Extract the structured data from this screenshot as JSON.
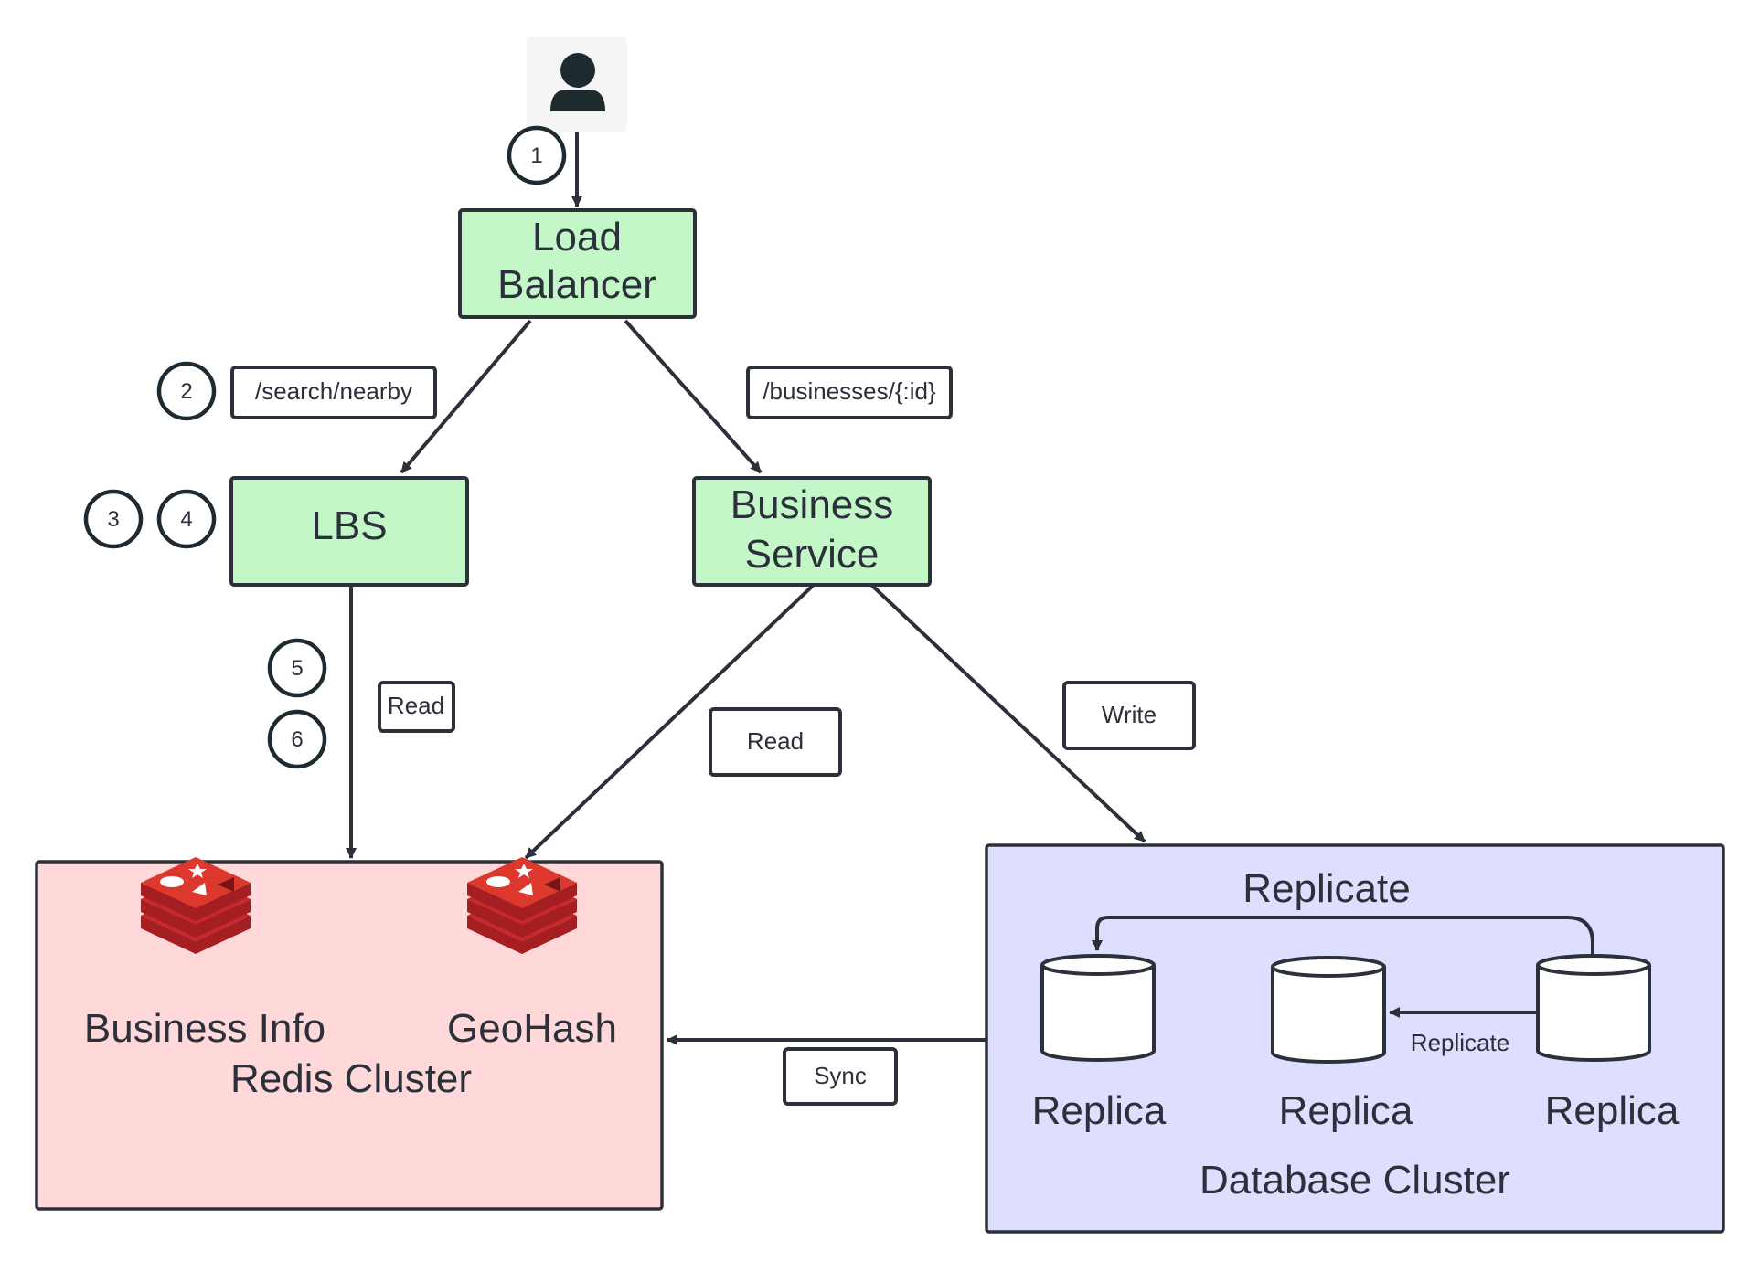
{
  "nodes": {
    "user": {
      "icon": "user-icon"
    },
    "load_balancer": {
      "line1": "Load",
      "line2": "Balancer"
    },
    "lbs": {
      "label": "LBS"
    },
    "business_service": {
      "line1": "Business",
      "line2": "Service"
    },
    "redis_cluster": {
      "title": "Redis Cluster",
      "business_info_label": "Business Info",
      "geohash_label": "GeoHash",
      "icon": "redis-icon"
    },
    "database_cluster": {
      "title": "Database Cluster",
      "replicate_top_label": "Replicate",
      "replicate_inner_label": "Replicate",
      "replicas": [
        "Replica",
        "Replica",
        "Replica"
      ]
    }
  },
  "steps": [
    "1",
    "2",
    "3",
    "4",
    "5",
    "6"
  ],
  "edge_labels": {
    "search_nearby": "/search/nearby",
    "businesses_id": "/businesses/{:id}",
    "lbs_read": "Read",
    "business_read": "Read",
    "write": "Write",
    "sync": "Sync"
  },
  "colors": {
    "service_fill": "#c3f7c8",
    "redis_fill": "#ffd9d9",
    "db_fill": "#dedffe",
    "stroke": "#2b303a",
    "redis_red": "#c6282b"
  }
}
